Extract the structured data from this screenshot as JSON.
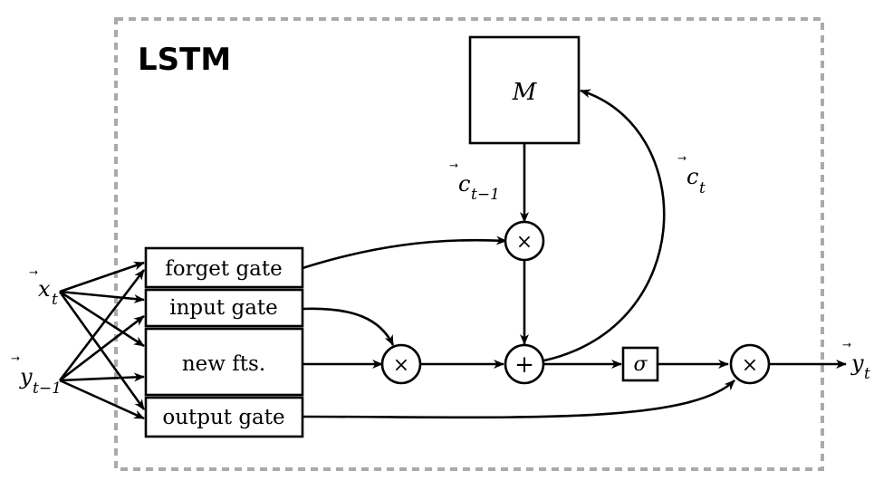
{
  "title": "LSTM",
  "memory_label": "M",
  "gates": {
    "forget": "forget gate",
    "input": "input gate",
    "new": "new fts.",
    "output": "output gate"
  },
  "inputs": {
    "x_base": "x",
    "x_sub": "t",
    "y_base": "y",
    "y_sub": "t−1"
  },
  "output": {
    "base": "y",
    "sub": "t"
  },
  "cell_labels": {
    "prev_base": "c",
    "prev_sub": "t−1",
    "cur_base": "c",
    "cur_sub": "t"
  },
  "operators": {
    "multiply": "×",
    "add": "+",
    "sigma": "σ"
  }
}
